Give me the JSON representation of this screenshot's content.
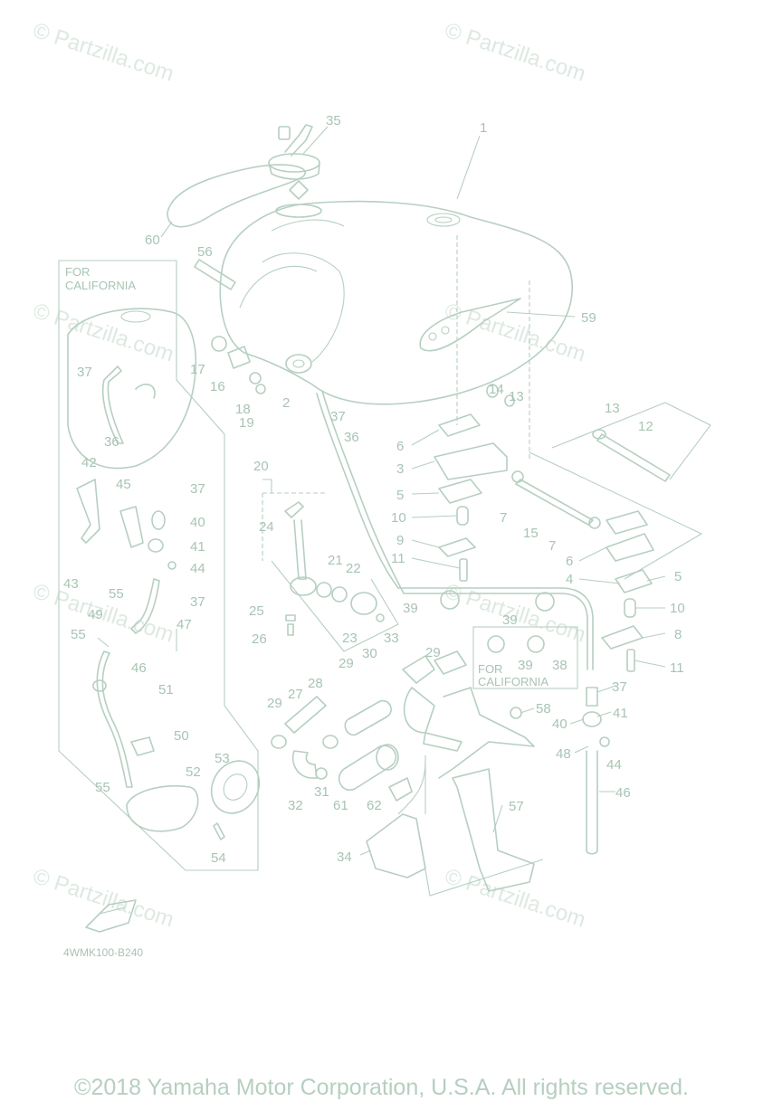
{
  "watermark": "© Partzilla.com",
  "diagram_code": "4WMK100-B240",
  "copyright": "©2018 Yamaha Motor Corporation, U.S.A. All rights reserved.",
  "boxes": {
    "california_left": [
      "FOR",
      "CALIFORNIA"
    ],
    "california_right": [
      "FOR",
      "CALIFORNIA"
    ]
  },
  "callouts": [
    "1",
    "2",
    "3",
    "4",
    "5",
    "5",
    "6",
    "6",
    "7",
    "7",
    "8",
    "9",
    "10",
    "10",
    "11",
    "11",
    "12",
    "13",
    "13",
    "14",
    "15",
    "16",
    "17",
    "18",
    "19",
    "20",
    "21",
    "22",
    "23",
    "24",
    "25",
    "26",
    "27",
    "28",
    "29",
    "29",
    "29",
    "30",
    "31",
    "32",
    "33",
    "34",
    "35",
    "36",
    "36",
    "37",
    "37",
    "37",
    "37",
    "37",
    "38",
    "39",
    "39",
    "39",
    "40",
    "40",
    "41",
    "41",
    "42",
    "43",
    "44",
    "44",
    "45",
    "46",
    "46",
    "47",
    "48",
    "49",
    "50",
    "51",
    "52",
    "53",
    "54",
    "55",
    "55",
    "55",
    "56",
    "57",
    "58",
    "59",
    "60",
    "61",
    "62"
  ],
  "colors": {
    "line": "#b6cfc0",
    "text": "#a8c4b3",
    "watermark": "#dde9e1"
  }
}
